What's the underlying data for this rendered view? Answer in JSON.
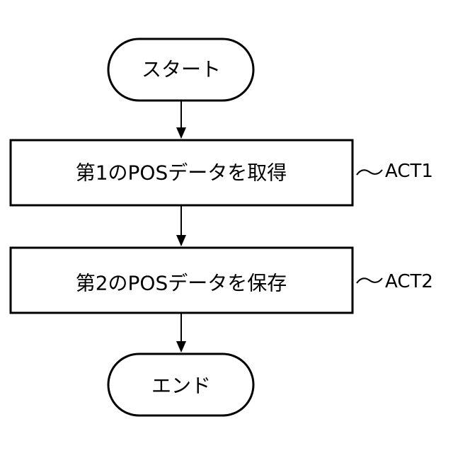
{
  "flowchart": {
    "start": {
      "label": "スタート"
    },
    "steps": [
      {
        "label": "第1のPOSデータを取得",
        "tag": "ACT1"
      },
      {
        "label": "第2のPOSデータを保存",
        "tag": "ACT2"
      }
    ],
    "end": {
      "label": "エンド"
    }
  }
}
